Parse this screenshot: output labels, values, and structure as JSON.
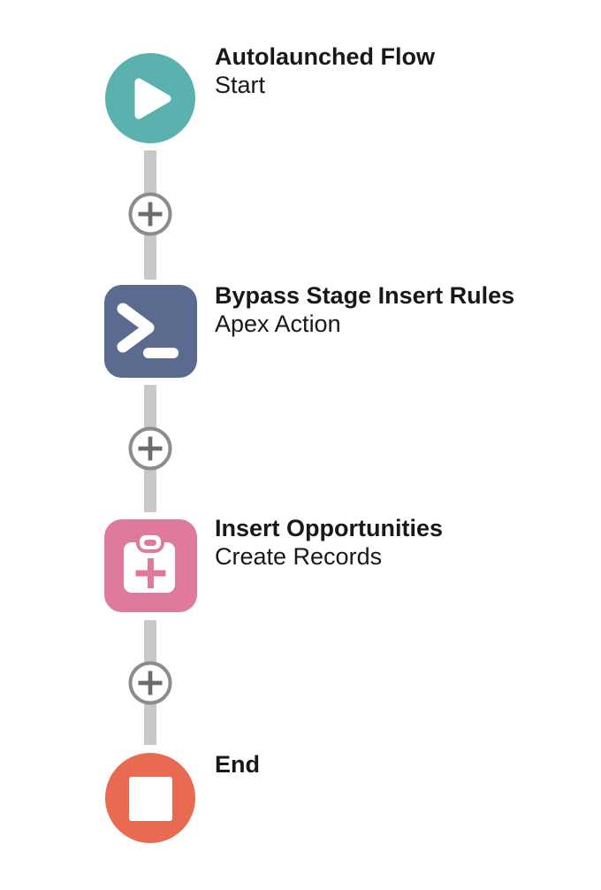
{
  "flow": {
    "nodes": [
      {
        "id": "start",
        "title": "Autolaunched Flow",
        "subtitle": "Start",
        "shape": "circle",
        "color": "#5AB1AD",
        "icon": "play-icon"
      },
      {
        "id": "apex-action",
        "title": "Bypass Stage Insert Rules",
        "subtitle": "Apex Action",
        "shape": "rounded-square",
        "color": "#5B6B8F",
        "icon": "terminal-prompt-icon"
      },
      {
        "id": "create-records",
        "title": "Insert Opportunities",
        "subtitle": "Create Records",
        "shape": "rounded-square",
        "color": "#E07A9C",
        "icon": "clipboard-plus-icon"
      },
      {
        "id": "end",
        "title": "End",
        "subtitle": "",
        "shape": "circle",
        "color": "#E96A51",
        "icon": "stop-square-icon"
      }
    ],
    "connectors": [
      {
        "button_icon": "plus-icon"
      },
      {
        "button_icon": "plus-icon"
      },
      {
        "button_icon": "plus-icon"
      }
    ],
    "colors": {
      "connector_line": "#CAC8C6",
      "plus_button_border": "#8E8C8A",
      "plus_button_sign": "#6E6C69",
      "glyph": "#FFFFFF",
      "text": "#181818",
      "background": "#FFFFFF"
    }
  }
}
